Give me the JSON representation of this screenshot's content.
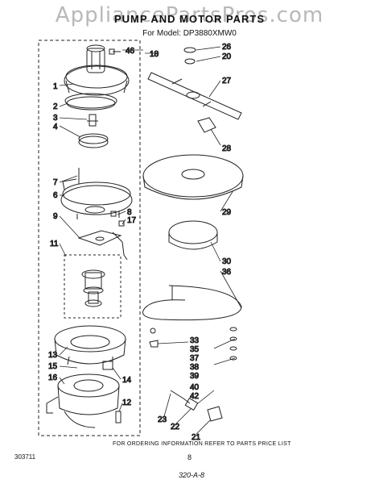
{
  "watermark": "AppliancePartsPros.com",
  "title": "PUMP AND MOTOR PARTS",
  "model_line": "For Model: DP3880XMW0",
  "callouts": {
    "left": [
      "1",
      "2",
      "3",
      "4",
      "7",
      "6",
      "9",
      "11",
      "13",
      "15",
      "16",
      "14",
      "12"
    ],
    "right": [
      "46",
      "18",
      "26",
      "20",
      "27",
      "28",
      "29",
      "30",
      "36",
      "33",
      "35",
      "37",
      "38",
      "39",
      "40",
      "42",
      "23",
      "22",
      "21",
      "8",
      "17"
    ]
  },
  "footer_text": "FOR ORDERING INFORMATION REFER TO PARTS PRICE LIST",
  "doc_number": "303711",
  "page_number": "8",
  "handwritten_note": "320-A-8"
}
